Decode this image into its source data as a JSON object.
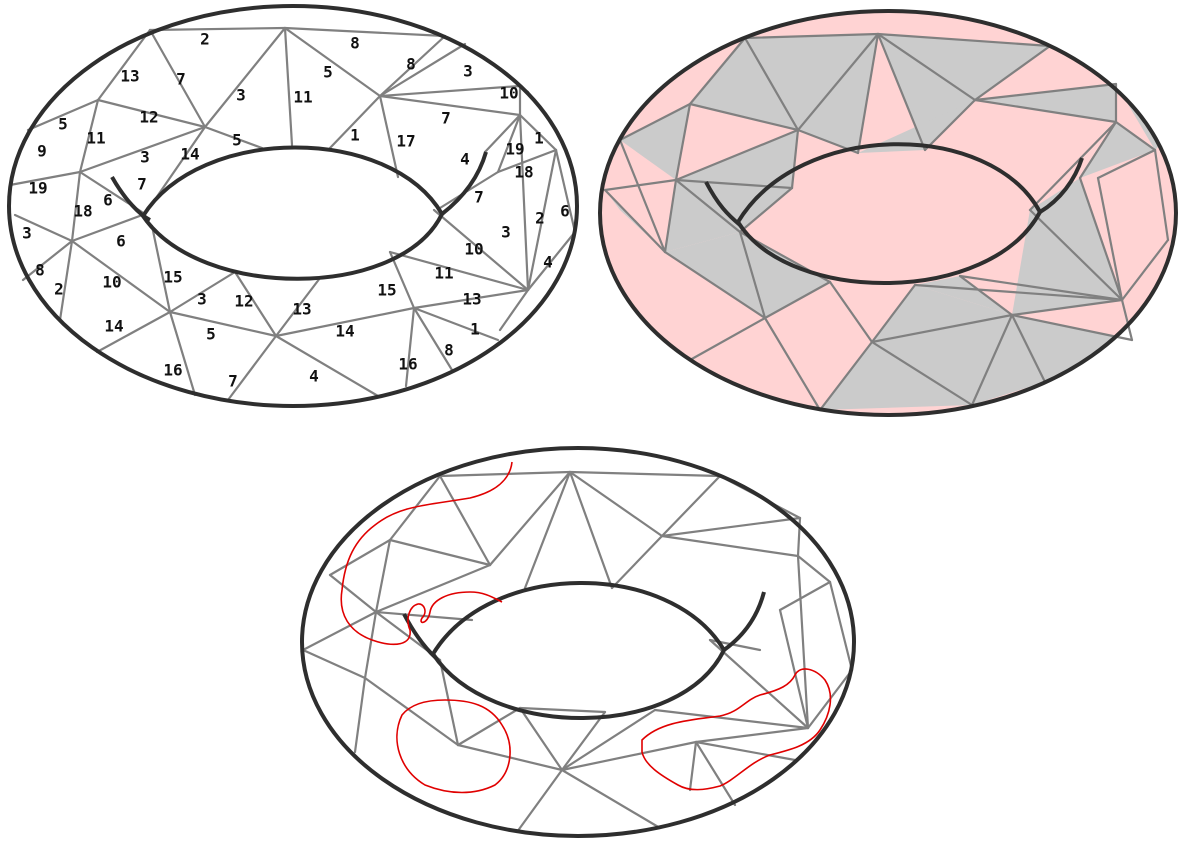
{
  "colors": {
    "edge": "#808080",
    "outline": "#2e2e2e",
    "face_pink": "#ffd3d3",
    "face_gray": "#cbcbcb",
    "curve": "#e00000"
  },
  "panels": [
    {
      "id": "labeled-torus",
      "kind": "edge-labels"
    },
    {
      "id": "colored-torus",
      "kind": "two-colored-faces"
    },
    {
      "id": "curves-torus",
      "kind": "red-curves"
    }
  ],
  "edge_labels": [
    "2",
    "8",
    "13",
    "7",
    "5",
    "8",
    "3",
    "3",
    "11",
    "10",
    "12",
    "5",
    "1",
    "7",
    "1",
    "11",
    "9",
    "5",
    "14",
    "17",
    "4",
    "19",
    "3",
    "7",
    "18",
    "19",
    "6",
    "18",
    "7",
    "6",
    "6",
    "2",
    "3",
    "10",
    "3",
    "4",
    "8",
    "15",
    "11",
    "2",
    "10",
    "15",
    "3",
    "13",
    "12",
    "13",
    "14",
    "14",
    "5",
    "1",
    "16",
    "16",
    "8",
    "7",
    "4"
  ]
}
